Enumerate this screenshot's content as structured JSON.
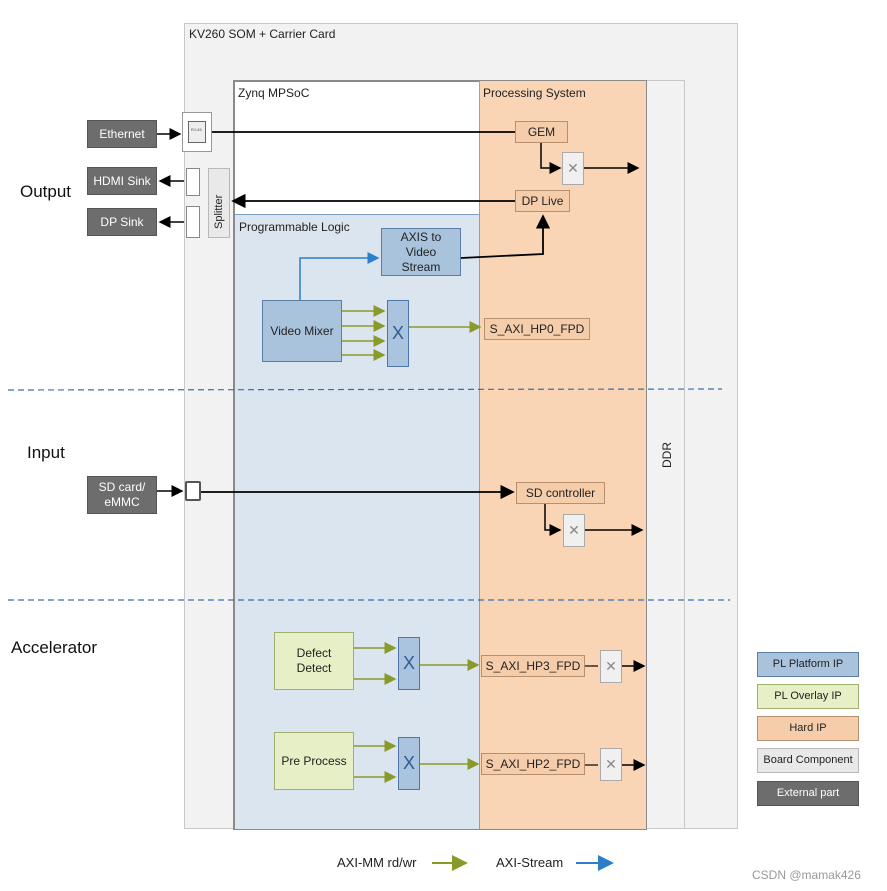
{
  "board": {
    "title": "KV260 SOM + Carrier Card"
  },
  "zynq": {
    "title": "Zynq MPSoC"
  },
  "ps": {
    "title": "Processing System"
  },
  "pl": {
    "title": "Programmable Logic"
  },
  "ddr": {
    "label": "DDR"
  },
  "sections": {
    "output": "Output",
    "input": "Input",
    "accelerator": "Accelerator"
  },
  "external": {
    "ethernet": "Ethernet",
    "hdmi": "HDMI Sink",
    "dp": "DP Sink",
    "sd": "SD card/\neMMC"
  },
  "board_parts": {
    "splitter": "Splitter",
    "rj45": "RJ-45"
  },
  "hard_ip": {
    "gem": "GEM",
    "dp_live": "DP Live",
    "hp0": "S_AXI_HP0_FPD",
    "sd_ctrl": "SD controller",
    "hp3": "S_AXI_HP3_FPD",
    "hp2": "S_AXI_HP2_FPD"
  },
  "platform_ip": {
    "axis": "AXIS to\nVideo\nStream",
    "mixer": "Video Mixer"
  },
  "overlay_ip": {
    "defect": "Defect\nDetect",
    "preproc": "Pre Process"
  },
  "legend": {
    "pl_platform": "PL Platform IP",
    "pl_overlay": "PL Overlay IP",
    "hard_ip": "Hard IP",
    "board_component": "Board Component",
    "external_part": "External part",
    "axi_mm": "AXI-MM rd/wr",
    "axi_stream": "AXI-Stream"
  },
  "colors": {
    "axi_mm": "#8a9a2a",
    "axi_stream": "#2a7fc8",
    "hard_ip": "#f6cdaa",
    "pl_platform": "#a9c3dd",
    "pl_overlay": "#e6efc5",
    "board": "#e9e9e9",
    "external": "#6d6d6d"
  },
  "watermark": "CSDN @mamak426"
}
